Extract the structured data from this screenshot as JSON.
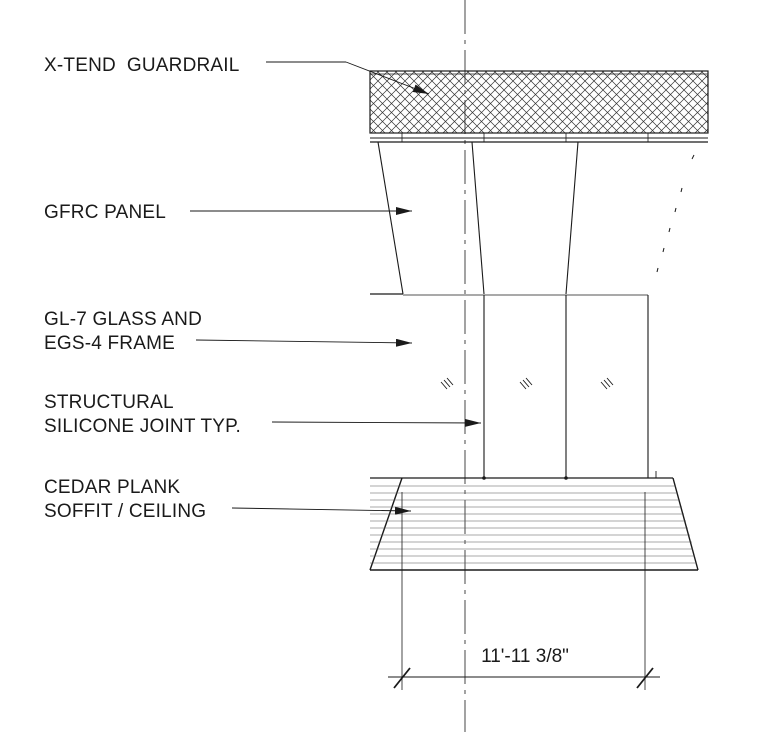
{
  "labels": {
    "guardrail": "X-TEND  GUARDRAIL",
    "gfrc": "GFRC PANEL",
    "glass_line1": "GL-7 GLASS AND",
    "glass_line2": "EGS-4 FRAME",
    "silicone_line1": "STRUCTURAL",
    "silicone_line2": "SILICONE JOINT TYP.",
    "cedar_line1": "CEDAR PLANK",
    "cedar_line2": "SOFFIT / CEILING"
  },
  "dimension": {
    "text": "11'-11 3/8\""
  }
}
